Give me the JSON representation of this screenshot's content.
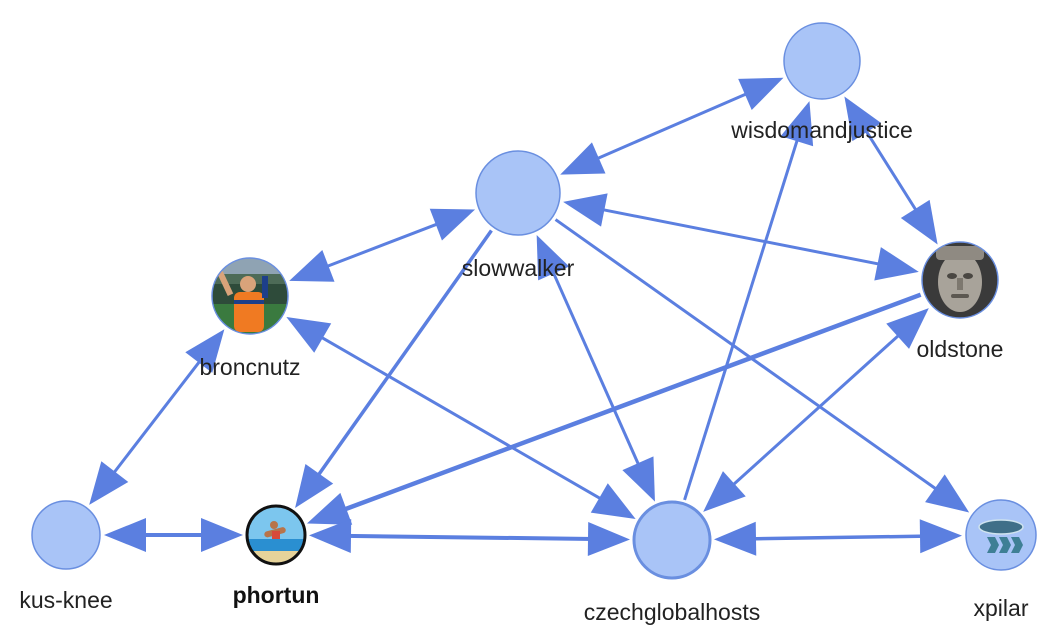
{
  "colors": {
    "edge": "#5b7fe0",
    "node_fill": "#a9c4f7",
    "node_stroke": "#6a8fe0",
    "label": "#222222",
    "selected_stroke": "#111111"
  },
  "nodes": [
    {
      "id": "wisdomandjustice",
      "label": "wisdomandjustice",
      "icon": "plain-circle"
    },
    {
      "id": "slowwalker",
      "label": "slowwalker",
      "icon": "plain-circle"
    },
    {
      "id": "broncnutz",
      "label": "broncnutz",
      "icon": "football-fan-avatar"
    },
    {
      "id": "oldstone",
      "label": "oldstone",
      "icon": "stone-statue-avatar"
    },
    {
      "id": "kus-knee",
      "label": "kus-knee",
      "icon": "plain-circle"
    },
    {
      "id": "phortun",
      "label": "phortun",
      "icon": "beach-jump-avatar",
      "selected": true
    },
    {
      "id": "czechglobalhosts",
      "label": "czechglobalhosts",
      "icon": "plain-circle"
    },
    {
      "id": "xpilar",
      "label": "xpilar",
      "icon": "xpilar-logo-avatar"
    }
  ],
  "edges": [
    {
      "from": "slowwalker",
      "to": "wisdomandjustice",
      "both": true
    },
    {
      "from": "slowwalker",
      "to": "broncnutz",
      "both": true
    },
    {
      "from": "wisdomandjustice",
      "to": "oldstone",
      "both": true
    },
    {
      "from": "oldstone",
      "to": "slowwalker",
      "both": true
    },
    {
      "from": "slowwalker",
      "to": "phortun",
      "both": false
    },
    {
      "from": "slowwalker",
      "to": "czechglobalhosts",
      "both": true
    },
    {
      "from": "slowwalker",
      "to": "xpilar",
      "both": false
    },
    {
      "from": "czechglobalhosts",
      "to": "broncnutz",
      "both": true
    },
    {
      "from": "czechglobalhosts",
      "to": "wisdomandjustice",
      "both": false
    },
    {
      "from": "czechglobalhosts",
      "to": "oldstone",
      "both": true
    },
    {
      "from": "oldstone",
      "to": "phortun",
      "both": false
    },
    {
      "from": "broncnutz",
      "to": "kus-knee",
      "both": true
    },
    {
      "from": "kus-knee",
      "to": "phortun",
      "both": true
    },
    {
      "from": "phortun",
      "to": "czechglobalhosts",
      "both": true
    },
    {
      "from": "czechglobalhosts",
      "to": "xpilar",
      "both": true
    }
  ]
}
